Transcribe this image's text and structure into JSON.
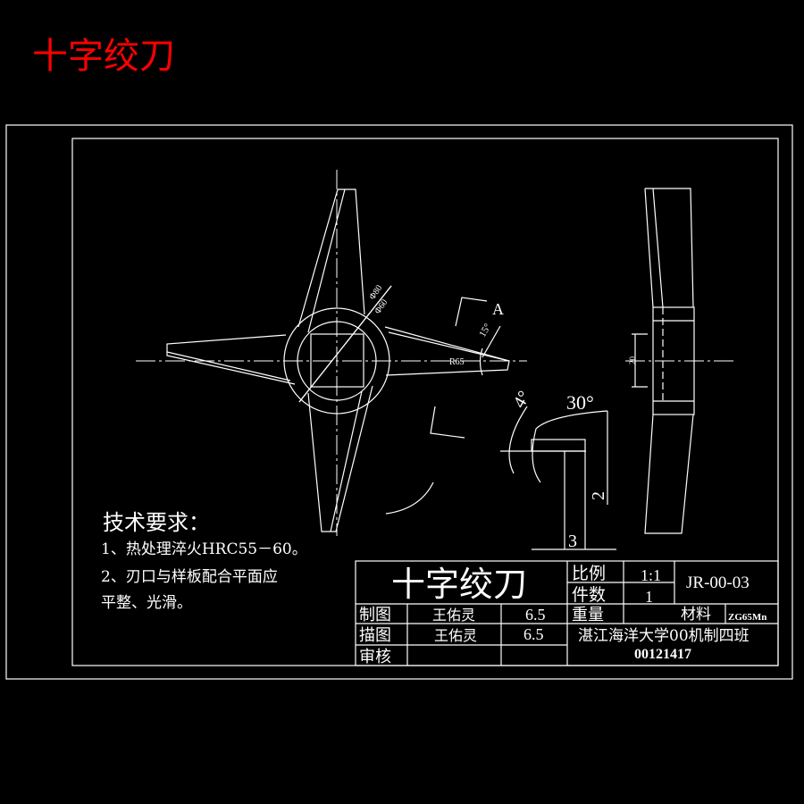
{
  "drawing_title": "十字绞刀",
  "colors": {
    "background": "#000000",
    "lines": "#ffffff",
    "title": "#ff0000"
  },
  "dimensions": {
    "outer_diameter": "Φ80",
    "inner_diameter": "Φ60",
    "radius": "R65",
    "angle_edge": "15°",
    "section_label": "A",
    "angle_4": "4°",
    "angle_30": "30°",
    "thickness": "2",
    "width": "3",
    "hub_height": "20"
  },
  "technical_requirements": {
    "heading": "技术要求：",
    "items": [
      "1、热处理淬火HRC55－60。",
      "2、刃口与样板配合平面应",
      "平整、光滑。"
    ]
  },
  "title_block": {
    "part_name": "十字绞刀",
    "scale_label": "比例",
    "scale_value": "1:1",
    "quantity_label": "件数",
    "quantity_value": "1",
    "drawing_number": "JR-00-03",
    "drawn_label": "制图",
    "drawn_by": "王佑灵",
    "drawn_date": "6.5",
    "traced_label": "描图",
    "traced_by": "王佑灵",
    "traced_date": "6.5",
    "review_label": "审核",
    "weight_label": "重量",
    "material_label": "材料",
    "material_value": "ZG65Mn",
    "school": "湛江海洋大学00机制四班",
    "student_id": "00121417"
  }
}
